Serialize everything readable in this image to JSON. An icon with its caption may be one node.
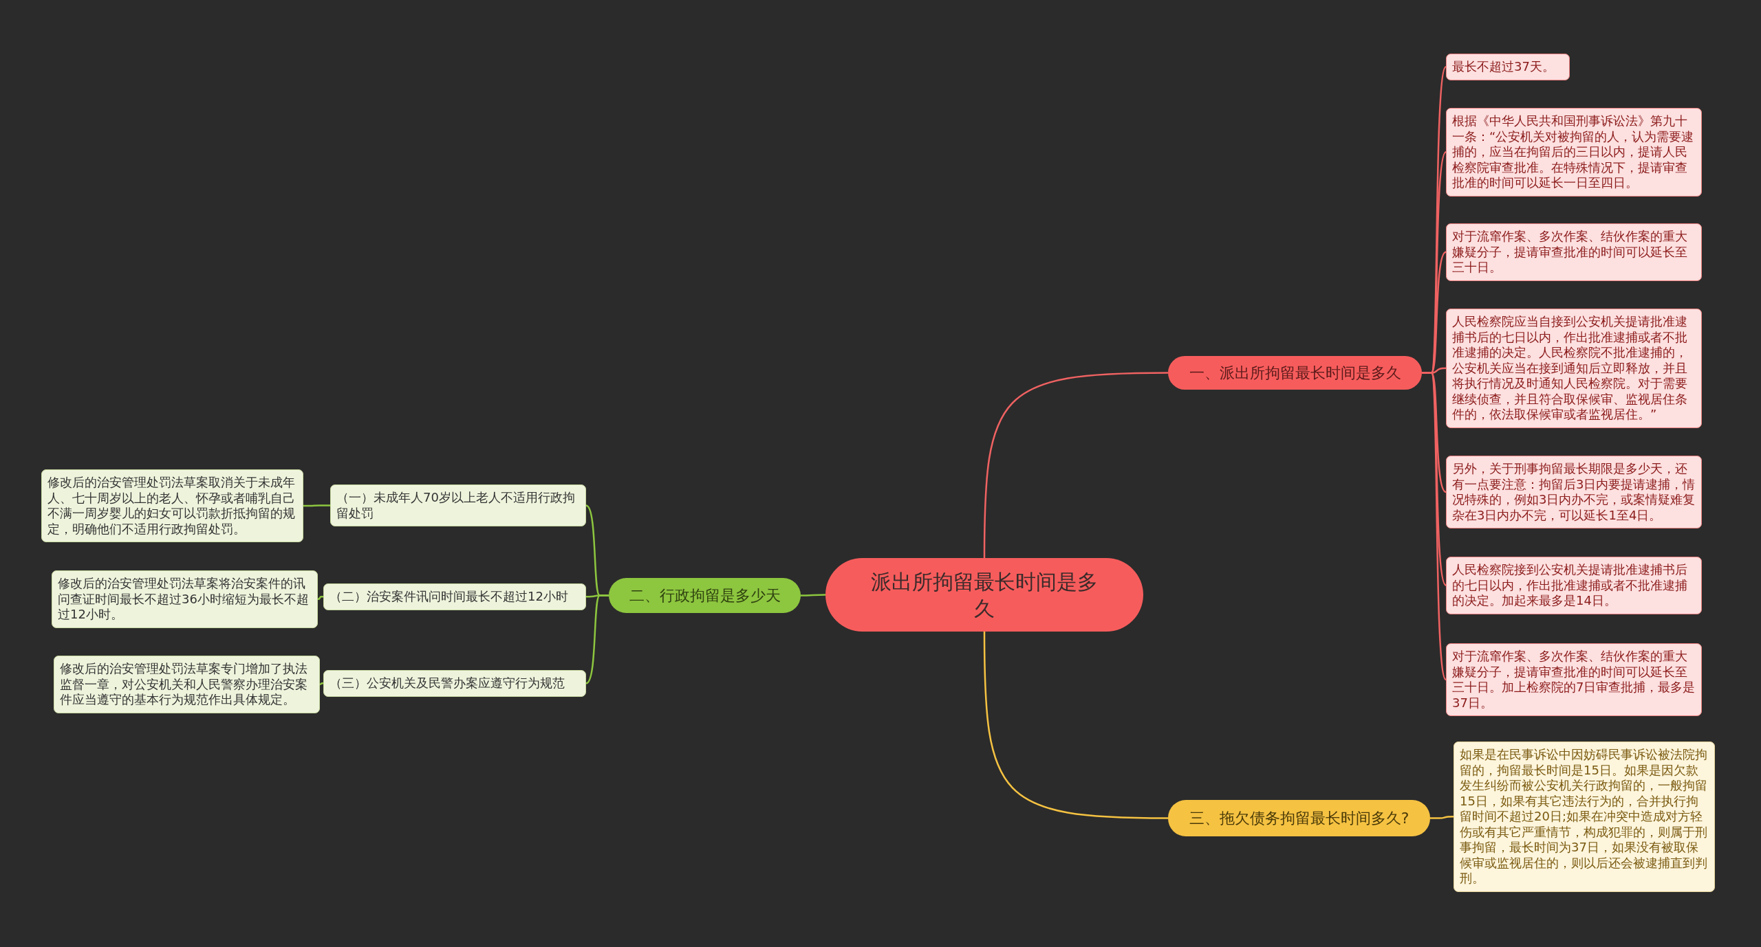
{
  "diagram": {
    "nodes": [
      {
        "text": [
          "派出所拘留最长时间是多久"
        ]
      },
      {
        "text": [
          "一、派出所拘留最长时间是多久"
        ]
      },
      {
        "text": [
          "最长不超过37天。"
        ]
      },
      {
        "text": [
          "根据《中华人民共和国刑事诉讼法》第九十一条：“公安机关对被拘留的人，认为需要逮捕的，应当在拘留后的三日以内，提请人民检察院审查批准。在特殊情况下，提请审查批准的时间可以延长一日至四日。"
        ]
      },
      {
        "text": [
          "对于流窜作案、多次作案、结伙作案的重大嫌疑分子，提请审查批准的时间可以延长至三十日。"
        ]
      },
      {
        "text": [
          "人民检察院应当自接到公安机关提请批准逮捕书后的七日以内，作出批准逮捕或者不批准逮捕的决定。人民检察院不批准逮捕的，公安机关应当在接到通知后立即释放，并且将执行情况及时通知人民检察院。对于需要继续侦查，并且符合取保候审、监视居住条件的，依法取保候审或者监视居住。”"
        ]
      },
      {
        "text": [
          "另外，关于刑事拘留最长期限是多少天，还有一点要注意：拘留后3日内要提请逮捕，情况特殊的，例如3日内办不完，或案情疑难复杂在3日内办不完，可以延长1至4日。"
        ]
      },
      {
        "text": [
          "人民检察院接到公安机关提请批准逮捕书后的七日以内，作出批准逮捕或者不批准逮捕的决定。加起来最多是14日。"
        ]
      },
      {
        "text": [
          "对于流窜作案、多次作案、结伙作案的重大嫌疑分子，提请审查批准的时间可以延长至三十日。加上检察院的7日审查批捕，最多是37日。"
        ]
      },
      {
        "text": [
          "二、行政拘留是多少天"
        ]
      },
      {
        "text": [
          "（一）未成年人70岁以上老人不适用行政拘留处罚"
        ]
      },
      {
        "text": [
          "修改后的治安管理处罚法草案取消关于未成年人、七十周岁以上的老人、怀孕或者哺乳自己不满一周岁婴儿的妇女可以罚款折抵拘留的规定，明确他们不适用行政拘留处罚。"
        ]
      },
      {
        "text": [
          "（二）治安案件讯问时间最长不超过12小时"
        ]
      },
      {
        "text": [
          "修改后的治安管理处罚法草案将治安案件的讯问查证时间最长不超过36小时缩短为最长不超过12小时。"
        ]
      },
      {
        "text": [
          "（三）公安机关及民警办案应遵守行为规范"
        ]
      },
      {
        "text": [
          "修改后的治安管理处罚法草案专门增加了执法监督一章，对公安机关和人民警察办理治安案件应当遵守的基本行为规范作出具体规定。"
        ]
      },
      {
        "text": [
          "三、拖欠债务拘留最长时间多久?"
        ]
      },
      {
        "text": [
          "如果是在民事诉讼中因妨碍民事诉讼被法院拘留的，拘留最长时间是15日。如果是因欠款发生纠纷而被公安机关行政拘留的，一般拘留15日，如果有其它违法行为的，合并执行拘留时间不超过20日;如果在冲突中造成对方轻伤或有其它严重情节，构成犯罪的，则属于刑事拘留，最长时间为37日，如果没有被取保候审或监视居住的，则以后还会被逮捕直到判刑。"
        ]
      }
    ],
    "edges": [
      {
        "from": 0,
        "to": 1,
        "arrow": "none"
      },
      {
        "from": 1,
        "to": 2,
        "arrow": "none"
      },
      {
        "from": 1,
        "to": 3,
        "arrow": "none"
      },
      {
        "from": 1,
        "to": 4,
        "arrow": "none"
      },
      {
        "from": 1,
        "to": 5,
        "arrow": "none"
      },
      {
        "from": 1,
        "to": 6,
        "arrow": "none"
      },
      {
        "from": 1,
        "to": 7,
        "arrow": "none"
      },
      {
        "from": 1,
        "to": 8,
        "arrow": "none"
      },
      {
        "from": 0,
        "to": 9,
        "arrow": "none",
        "color": "#8dc63f"
      },
      {
        "from": 9,
        "to": 10,
        "arrow": "none",
        "color": "#8dc63f"
      },
      {
        "from": 10,
        "to": 11,
        "arrow": "none",
        "color": "#8dc63f"
      },
      {
        "from": 9,
        "to": 12,
        "arrow": "none",
        "color": "#8dc63f"
      },
      {
        "from": 12,
        "to": 13,
        "arrow": "none",
        "color": "#8dc63f"
      },
      {
        "from": 9,
        "to": 14,
        "arrow": "none",
        "color": "#8dc63f"
      },
      {
        "from": 14,
        "to": 15,
        "arrow": "none",
        "color": "#8dc63f"
      },
      {
        "from": 0,
        "to": 16,
        "arrow": "none",
        "color": "#f5c242"
      },
      {
        "from": 16,
        "to": 17,
        "arrow": "none",
        "color": "#f5c242"
      }
    ]
  }
}
